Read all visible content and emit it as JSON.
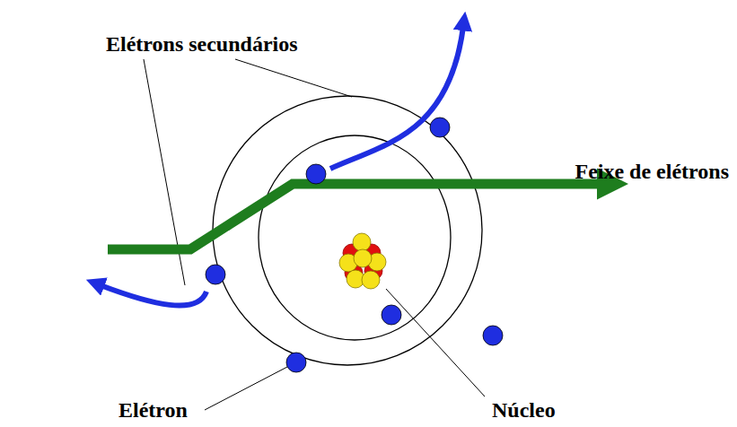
{
  "diagram": {
    "labels": [
      "Elétrons secundários",
      "Feixe de elétrons",
      "Elétron",
      "Núcleo"
    ]
  }
}
